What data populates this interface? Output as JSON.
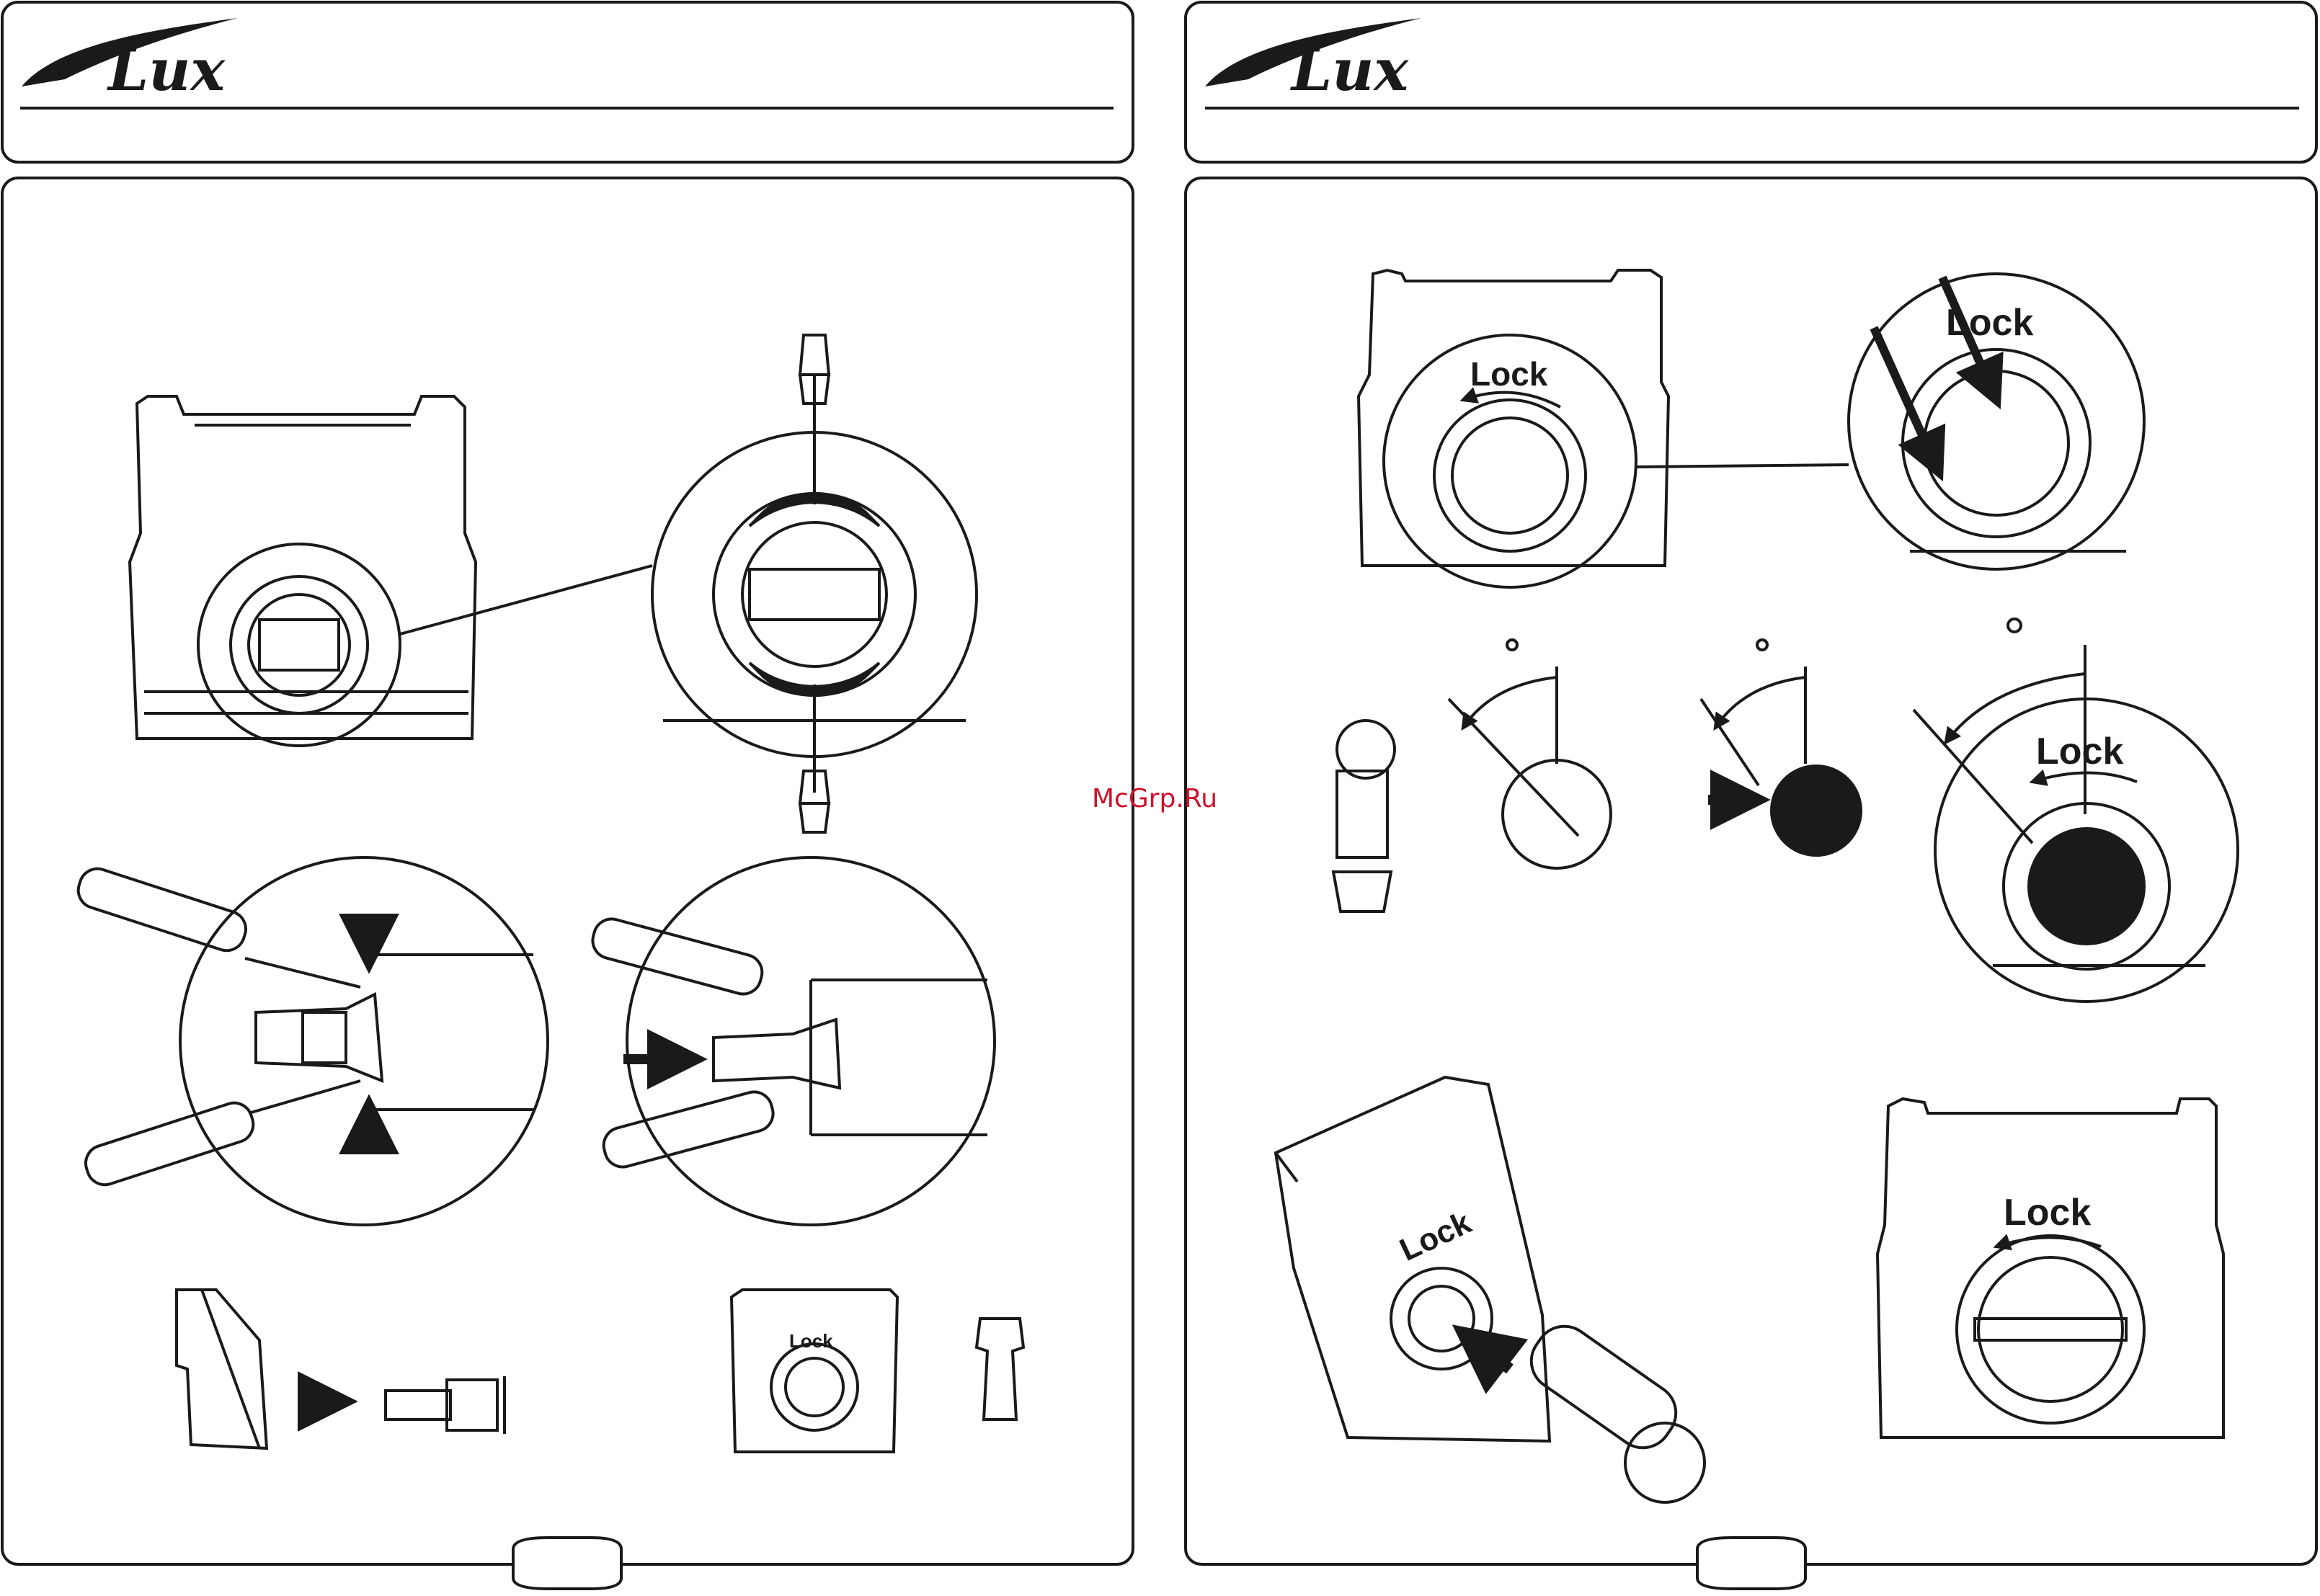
{
  "brand": {
    "logo_text": "Lux"
  },
  "watermark": "McGrp.Ru",
  "labels": {
    "lock_1": "Lock",
    "lock_2": "Lock",
    "lock_3": "Lock",
    "lock_4": "Lock",
    "lock_5": "Lock",
    "lock_6": "Lock"
  },
  "colors": {
    "ink": "#1a1a1a",
    "watermark": "#d0102a",
    "background": "#ffffff"
  }
}
